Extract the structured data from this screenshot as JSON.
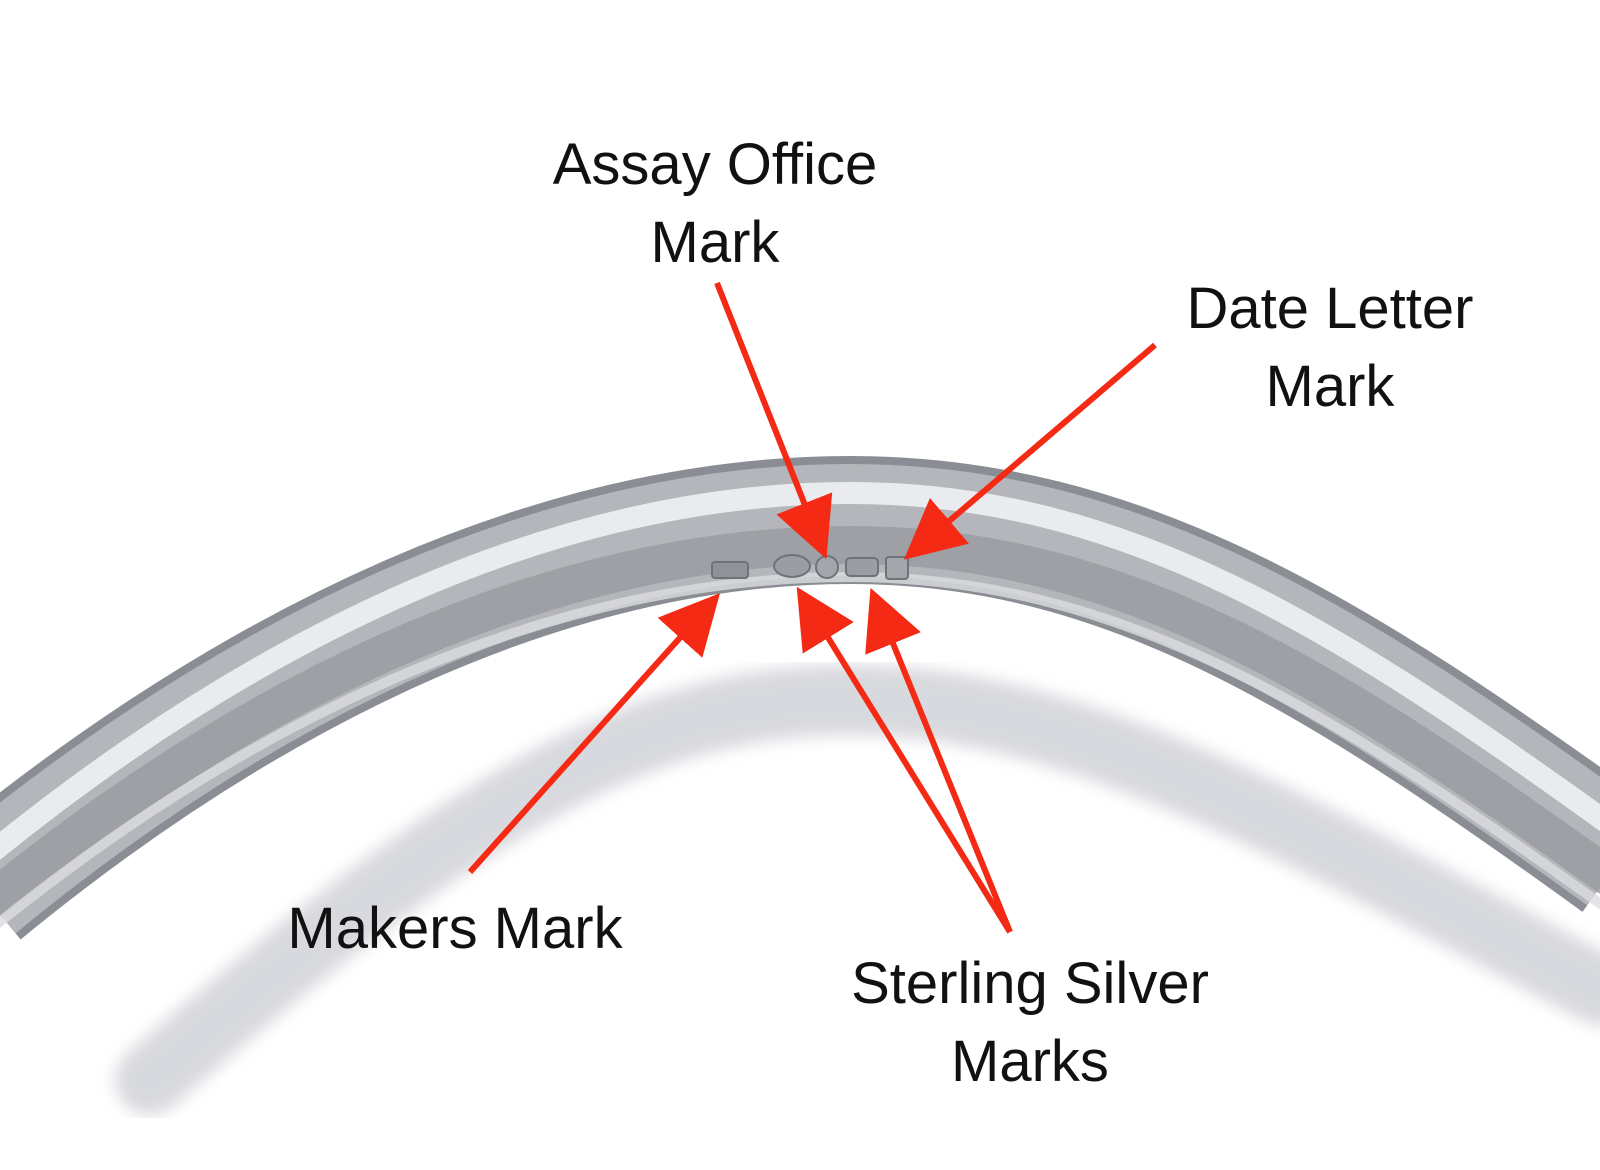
{
  "labels": {
    "assay_office": {
      "line1": "Assay Office",
      "line2": "Mark"
    },
    "date_letter": {
      "line1": "Date Letter",
      "line2": "Mark"
    },
    "makers_mark": {
      "line1": "Makers Mark"
    },
    "sterling_silver": {
      "line1": "Sterling Silver",
      "line2": "Marks"
    }
  },
  "colors": {
    "arrow": "#f42a14",
    "background": "#ffffff",
    "text": "#111111",
    "silver_light": "#e6e7ea",
    "silver_mid": "#b6b8bd",
    "silver_dark": "#8d9096",
    "shadow": "#d8d9de"
  }
}
